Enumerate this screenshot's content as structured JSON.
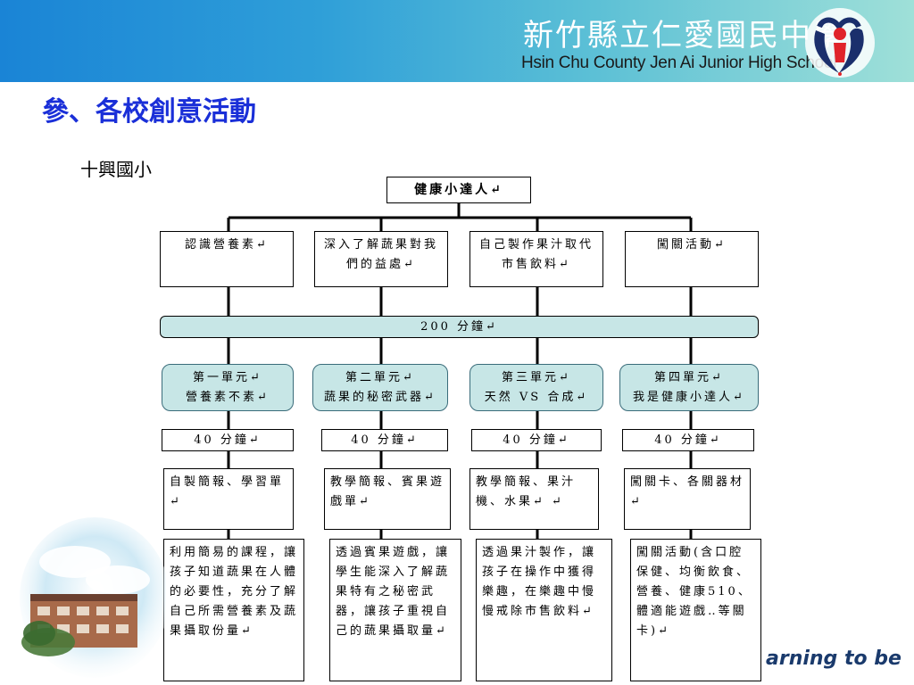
{
  "header": {
    "school_name_cn": "新竹縣立仁愛國民中學",
    "school_name_en": "Hsin Chu County Jen Ai Junior High School"
  },
  "title": "參、各校創意活動",
  "subtitle": "十興國小",
  "diagram": {
    "root": "健康小達人↵",
    "topics": [
      "認識營養素↵",
      "深入了解蔬果對我們的益處↵",
      "自己製作果汁取代市售飲料↵",
      "闖關活動↵"
    ],
    "total_time": "200 分鐘↵",
    "units": [
      {
        "line1": "第一單元↵",
        "line2": "營養素不素↵"
      },
      {
        "line1": "第二單元↵",
        "line2": "蔬果的秘密武器↵"
      },
      {
        "line1": "第三單元↵",
        "line2": "天然 VS 合成↵"
      },
      {
        "line1": "第四單元↵",
        "line2": "我是健康小達人↵"
      }
    ],
    "unit_times": [
      "40 分鐘↵",
      "40 分鐘↵",
      "40 分鐘↵",
      "40 分鐘↵"
    ],
    "materials": [
      "自製簡報、學習單↵",
      "教學簡報、賓果遊戲單↵",
      "教學簡報、果汁機、水果↵ ↵",
      "闖關卡、各關器材↵"
    ],
    "descriptions": [
      "利用簡易的課程，讓孩子知道蔬果在人體的必要性，充分了解自己所需營養素及蔬果攝取份量↵",
      "透過賓果遊戲，讓學生能深入了解蔬果特有之秘密武器，讓孩子重視自己的蔬果攝取量↵",
      "透過果汁製作，讓孩子在操作中獲得樂趣，在樂趣中慢慢戒除市售飲料↵",
      "闖關活動(含口腔保健、均衡飲食、營養、健康510、體適能遊戲‥等關卡)↵"
    ]
  },
  "footer": {
    "tagline": "arning to be"
  },
  "colors": {
    "header_start": "#1a84d6",
    "header_end": "#9fe0d8",
    "title": "#1a2fd8",
    "teal_box": "#c7e6e6",
    "logo_red": "#e0242a",
    "logo_navy": "#1a2f6c"
  }
}
